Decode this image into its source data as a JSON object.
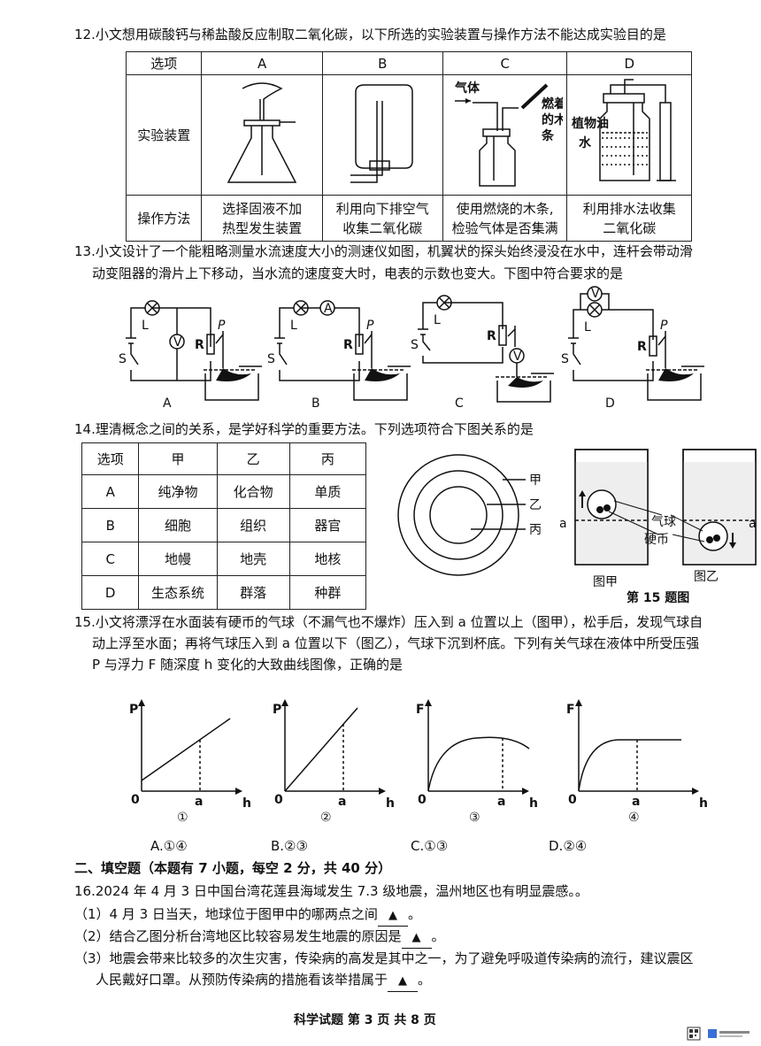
{
  "q12": {
    "text": "12.小文想用碳酸钙与稀盐酸反应制取二氧化碳，以下所选的实验装置与操作方法不能达成实验目的是",
    "header": [
      "选项",
      "A",
      "B",
      "C",
      "D"
    ],
    "row_apparatus_label": "实验装置",
    "row_method_label": "操作方法",
    "methods": [
      [
        "选择固液不加",
        "热型发生装置"
      ],
      [
        "利用向下排空气",
        "收集二氧化碳"
      ],
      [
        "使用燃烧的木条,",
        "检验气体是否集满"
      ],
      [
        "利用排水法收集",
        "二氧化碳"
      ]
    ],
    "fig_c_gas": "气体",
    "fig_c_stick": [
      "燃着",
      "的木",
      "条"
    ],
    "fig_d_oil": "植物油",
    "fig_d_water": "水"
  },
  "q13": {
    "line1": "13.小文设计了一个能粗略测量水流速度大小的测速仪如图，机翼状的探头始终浸没在水中，连杆会带动滑",
    "line2": "动变阻器的滑片上下移动，当水流的速度变大时，电表的示数也变大。下图中符合要求的是",
    "options": [
      "A",
      "B",
      "C",
      "D"
    ],
    "lamp": "L",
    "switch": "S",
    "resistor": "R",
    "slider": "P",
    "voltmeter": "V",
    "ammeter": "A"
  },
  "q14": {
    "text": "14.理清概念之间的关系，是学好科学的重要方法。下列选项符合下图关系的是",
    "header": [
      "选项",
      "甲",
      "乙",
      "丙"
    ],
    "rows": [
      [
        "A",
        "纯净物",
        "化合物",
        "单质"
      ],
      [
        "B",
        "细胞",
        "组织",
        "器官"
      ],
      [
        "C",
        "地幔",
        "地壳",
        "地核"
      ],
      [
        "D",
        "生态系统",
        "群落",
        "种群"
      ]
    ],
    "circle_labels": [
      "甲",
      "乙",
      "丙"
    ]
  },
  "fig15": {
    "a_label": "a",
    "balloon": "气球",
    "coin": "硬币",
    "left_caption": "图甲",
    "right_caption": "图乙",
    "title": "第 15 题图"
  },
  "q15": {
    "line1": "15.小文将漂浮在水面装有硬币的气球（不漏气也不爆炸）压入到 a 位置以上（图甲），松手后，发现气球自",
    "line2": "动上浮至水面；再将气球压入到 a 位置以下（图乙），气球下沉到杯底。下列有关气球在液体中所受压强",
    "line3": "P 与浮力 F 随深度 h 变化的大致曲线图像，正确的是",
    "graphs": [
      {
        "y": "P",
        "num": "①"
      },
      {
        "y": "P",
        "num": "②"
      },
      {
        "y": "F",
        "num": "③"
      },
      {
        "y": "F",
        "num": "④"
      }
    ],
    "origin": "0",
    "xaxis": "h",
    "mark": "a",
    "choices": [
      "A.①④",
      "B.②③",
      "C.①③",
      "D.②④"
    ]
  },
  "section2": {
    "title": "二、填空题（本题有 7 小题，每空 2 分，共 40 分）"
  },
  "q16": {
    "stem": "16.2024 年 4 月 3 日中国台湾花莲县海域发生 7.3 级地震，温州地区也有明显震感。。",
    "p1": "（1）4 月 3 日当天，地球位于图甲中的哪两点之间",
    "p1_end": "。",
    "p2": "（2）结合乙图分析台湾地区比较容易发生地震的原因是",
    "p2_end": "。",
    "p3a": "（3）地震会带来比较多的次生灾害，传染病的高发是其中之一，为了避免呼吸道传染病的流行，建议震区",
    "p3b": "人民戴好口罩。从预防传染病的措施看该举措属于",
    "p3_end": "。",
    "blank": "▲"
  },
  "footer": "科学试题 第 3 页 共 8 页"
}
